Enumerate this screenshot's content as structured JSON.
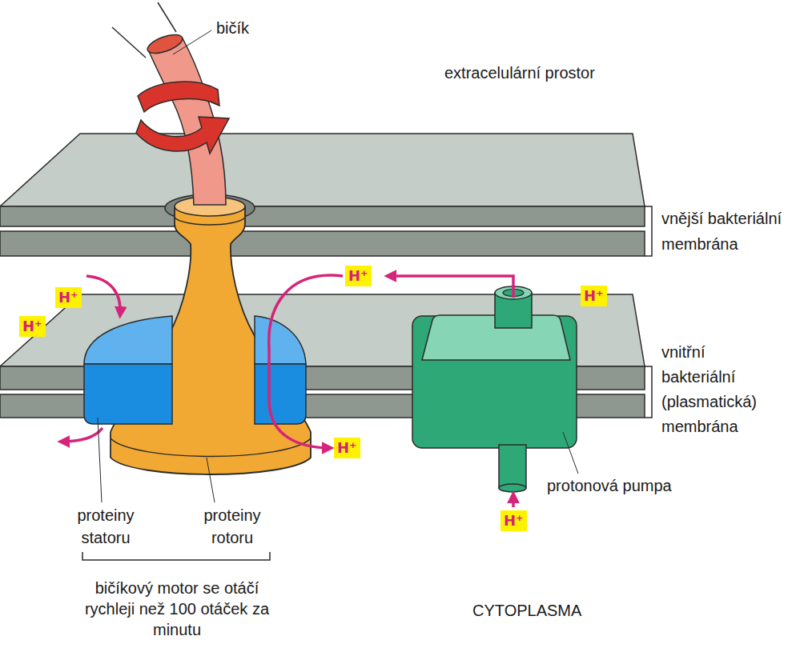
{
  "diagram": {
    "nodes": [
      {
        "text": [
          "H⁺"
        ]
      },
      {
        "text": [
          "H⁺"
        ]
      },
      {
        "text": [
          "H⁺"
        ]
      },
      {
        "text": [
          "H⁺"
        ]
      },
      {
        "text": [
          "H⁺"
        ]
      },
      {
        "text": [
          "H⁺"
        ]
      }
    ],
    "edges": [
      {
        "from": 0,
        "to": 4,
        "arrow": "to"
      }
    ],
    "labels": [
      "bičík",
      "extracelulární prostor",
      "vnější bakteriální membrána",
      "vnitřní bakteriální (plasmatická) membrána",
      "proteiny statoru",
      "proteiny rotoru",
      "protonová pumpa",
      "bičíkový motor se otáčí rychleji než 100 otáček za minutu",
      "CYTOPLASMA"
    ]
  }
}
